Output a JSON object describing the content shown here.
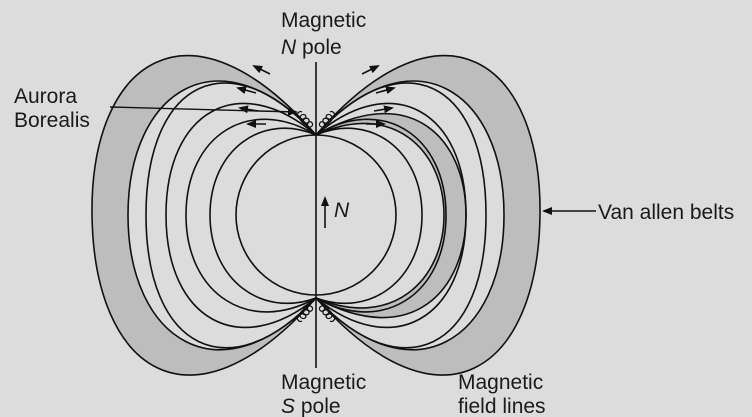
{
  "labels": {
    "north_line1": "Magnetic",
    "north_line2_italic": "N",
    "north_line2_rest": " pole",
    "south_line1": "Magnetic",
    "south_line2_italic": "S",
    "south_line2_rest": " pole",
    "aurora_line1": "Aurora",
    "aurora_line2": "Borealis",
    "van_allen": "Van allen belts",
    "field_lines_line1": "Magnetic",
    "field_lines_line2": "field lines",
    "earth_axis": "N"
  },
  "colors": {
    "background": "#dcdcdc",
    "belt_fill": "#bdbdbd",
    "stroke": "#111111",
    "earth_fill": "#dcdcdc"
  }
}
